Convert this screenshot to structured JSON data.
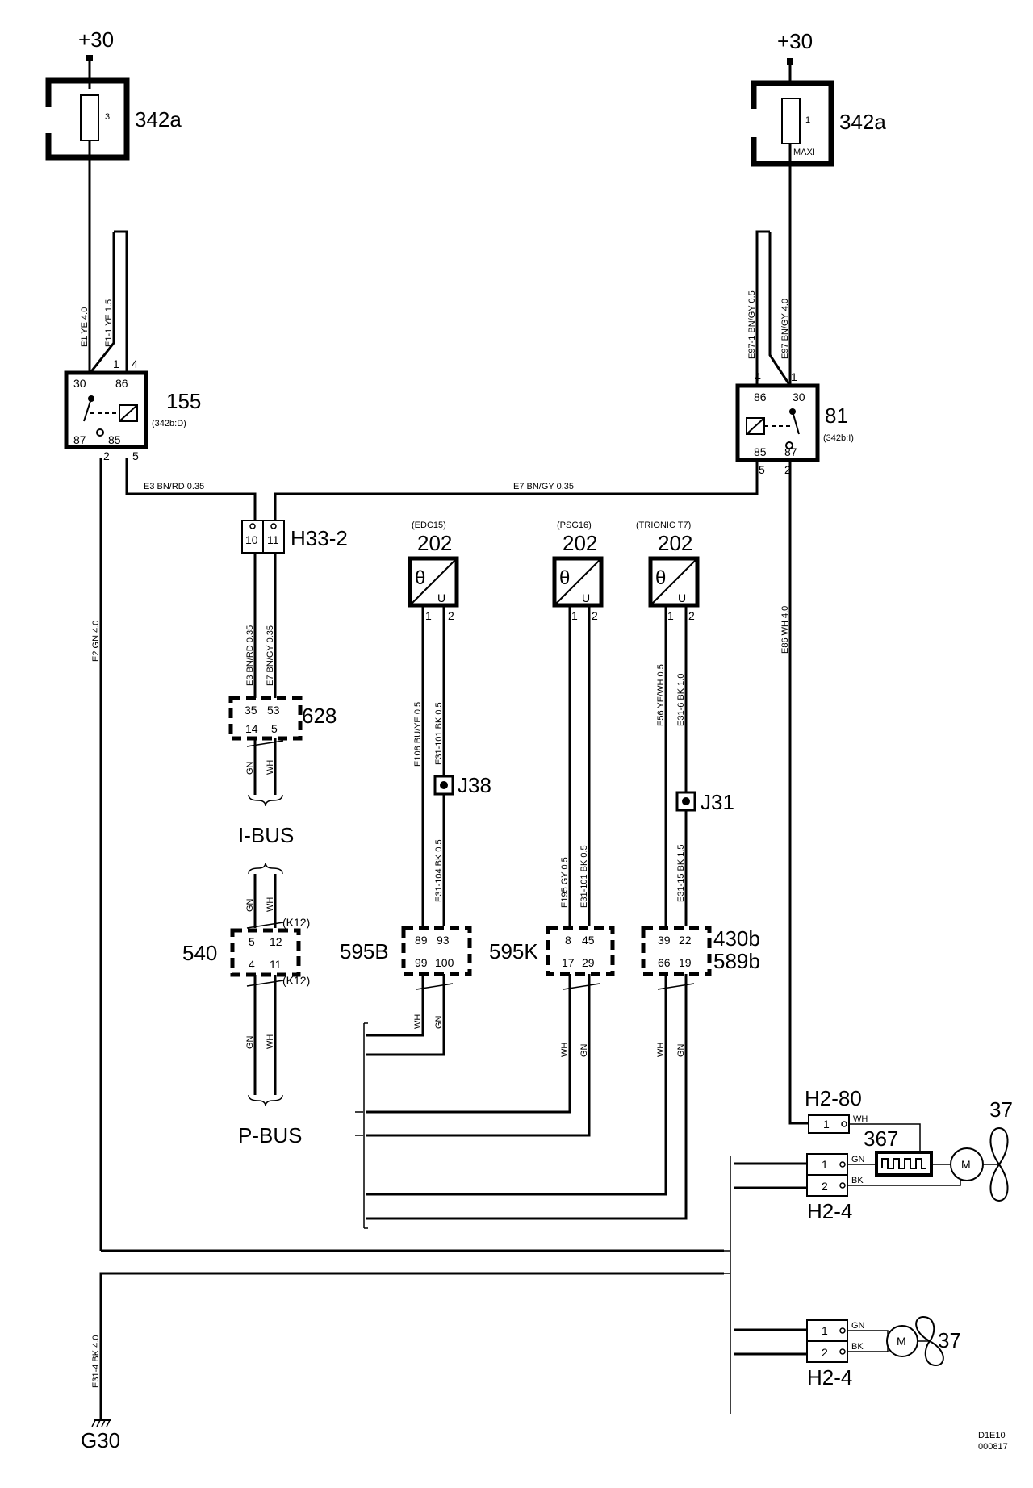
{
  "supply": {
    "left": "+30",
    "right": "+30"
  },
  "fuse_left": {
    "id": "342a",
    "num": "3"
  },
  "fuse_right": {
    "id": "342a",
    "num": "1",
    "type": "MAXI"
  },
  "relay_left": {
    "id": "155",
    "ref": "(342b:D)",
    "p30": "30",
    "p86": "86",
    "p87": "87",
    "p85": "85",
    "t1": "1",
    "t4": "4",
    "t2": "2",
    "t5": "5"
  },
  "relay_right": {
    "id": "81",
    "ref": "(342b:I)",
    "p86": "86",
    "p30": "30",
    "p85": "85",
    "p87": "87",
    "t4": "4",
    "t1": "1",
    "t5": "5",
    "t2": "2"
  },
  "wires": {
    "e1": "E1  YE  4.0",
    "e1_1": "E1-1  YE  1.5",
    "e97_1": "E97-1  BN/GY  0.5",
    "e97": "E97  BN/GY  4.0",
    "e3": "E3    BN/RD    0.35",
    "e7": "E7    BN/GY    0.35",
    "e2": "E2  GN  4.0",
    "e86": "E86  WH  4.0",
    "e3v": "E3  BN/RD  0.35",
    "e7v": "E7  BN/GY  0.35",
    "e108": "E108  BU/YE  0.5",
    "e31_101a": "E31-101  BK  0.5",
    "e31_104": "E31-104  BK  0.5",
    "e195": "E195  GY  0.5",
    "e31_101b": "E31-101  BK  0.5",
    "e56": "E56  YE/WH  0.5",
    "e31_6": "E31-6  BK  1.0",
    "e31_15": "E31-15  BK  1.5",
    "e31_4": "E31-4  BK  4.0"
  },
  "splice_h33": {
    "id": "H33-2",
    "p1": "10",
    "p2": "11"
  },
  "sensors": [
    {
      "sub": "(EDC15)",
      "id": "202",
      "sym": "θ",
      "u": "U",
      "p1": "1",
      "p2": "2"
    },
    {
      "sub": "(PSG16)",
      "id": "202",
      "sym": "θ",
      "u": "U",
      "p1": "1",
      "p2": "2"
    },
    {
      "sub": "(TRIONIC T7)",
      "id": "202",
      "sym": "θ",
      "u": "U",
      "p1": "1",
      "p2": "2"
    }
  ],
  "c628": {
    "id": "628",
    "a": "35",
    "b": "53",
    "c": "14",
    "d": "5"
  },
  "c540": {
    "id": "540",
    "a": "5",
    "b": "12",
    "c": "4",
    "d": "11",
    "k1": "(K12)",
    "k2": "(K12)"
  },
  "c595b": {
    "id": "595B",
    "a": "89",
    "b": "93",
    "c": "99",
    "d": "100"
  },
  "c595k": {
    "id": "595K",
    "a": "8",
    "b": "45",
    "c": "17",
    "d": "29"
  },
  "c430": {
    "id1": "430b",
    "id2": "589b",
    "a": "39",
    "b": "22",
    "c": "66",
    "d": "19"
  },
  "junctions": {
    "j38": "J38",
    "j31": "J31"
  },
  "bus": {
    "i": "I-BUS",
    "p": "P-BUS"
  },
  "colors": {
    "gn": "GN",
    "wh": "WH",
    "bk": "BK"
  },
  "h2_80": {
    "id": "H2-80",
    "pin": "1",
    "col": "WH"
  },
  "resistor": {
    "id": "367"
  },
  "fan_top": {
    "id": "37",
    "conn": "H2-4",
    "p1": "1",
    "p2": "2",
    "c1": "GN",
    "c2": "BK",
    "m": "M"
  },
  "fan_bot": {
    "id": "37",
    "conn": "H2-4",
    "p1": "1",
    "p2": "2",
    "c1": "GN",
    "c2": "BK",
    "m": "M"
  },
  "ground": {
    "id": "G30"
  },
  "doc": {
    "code": "D1E10",
    "date": "000817"
  }
}
